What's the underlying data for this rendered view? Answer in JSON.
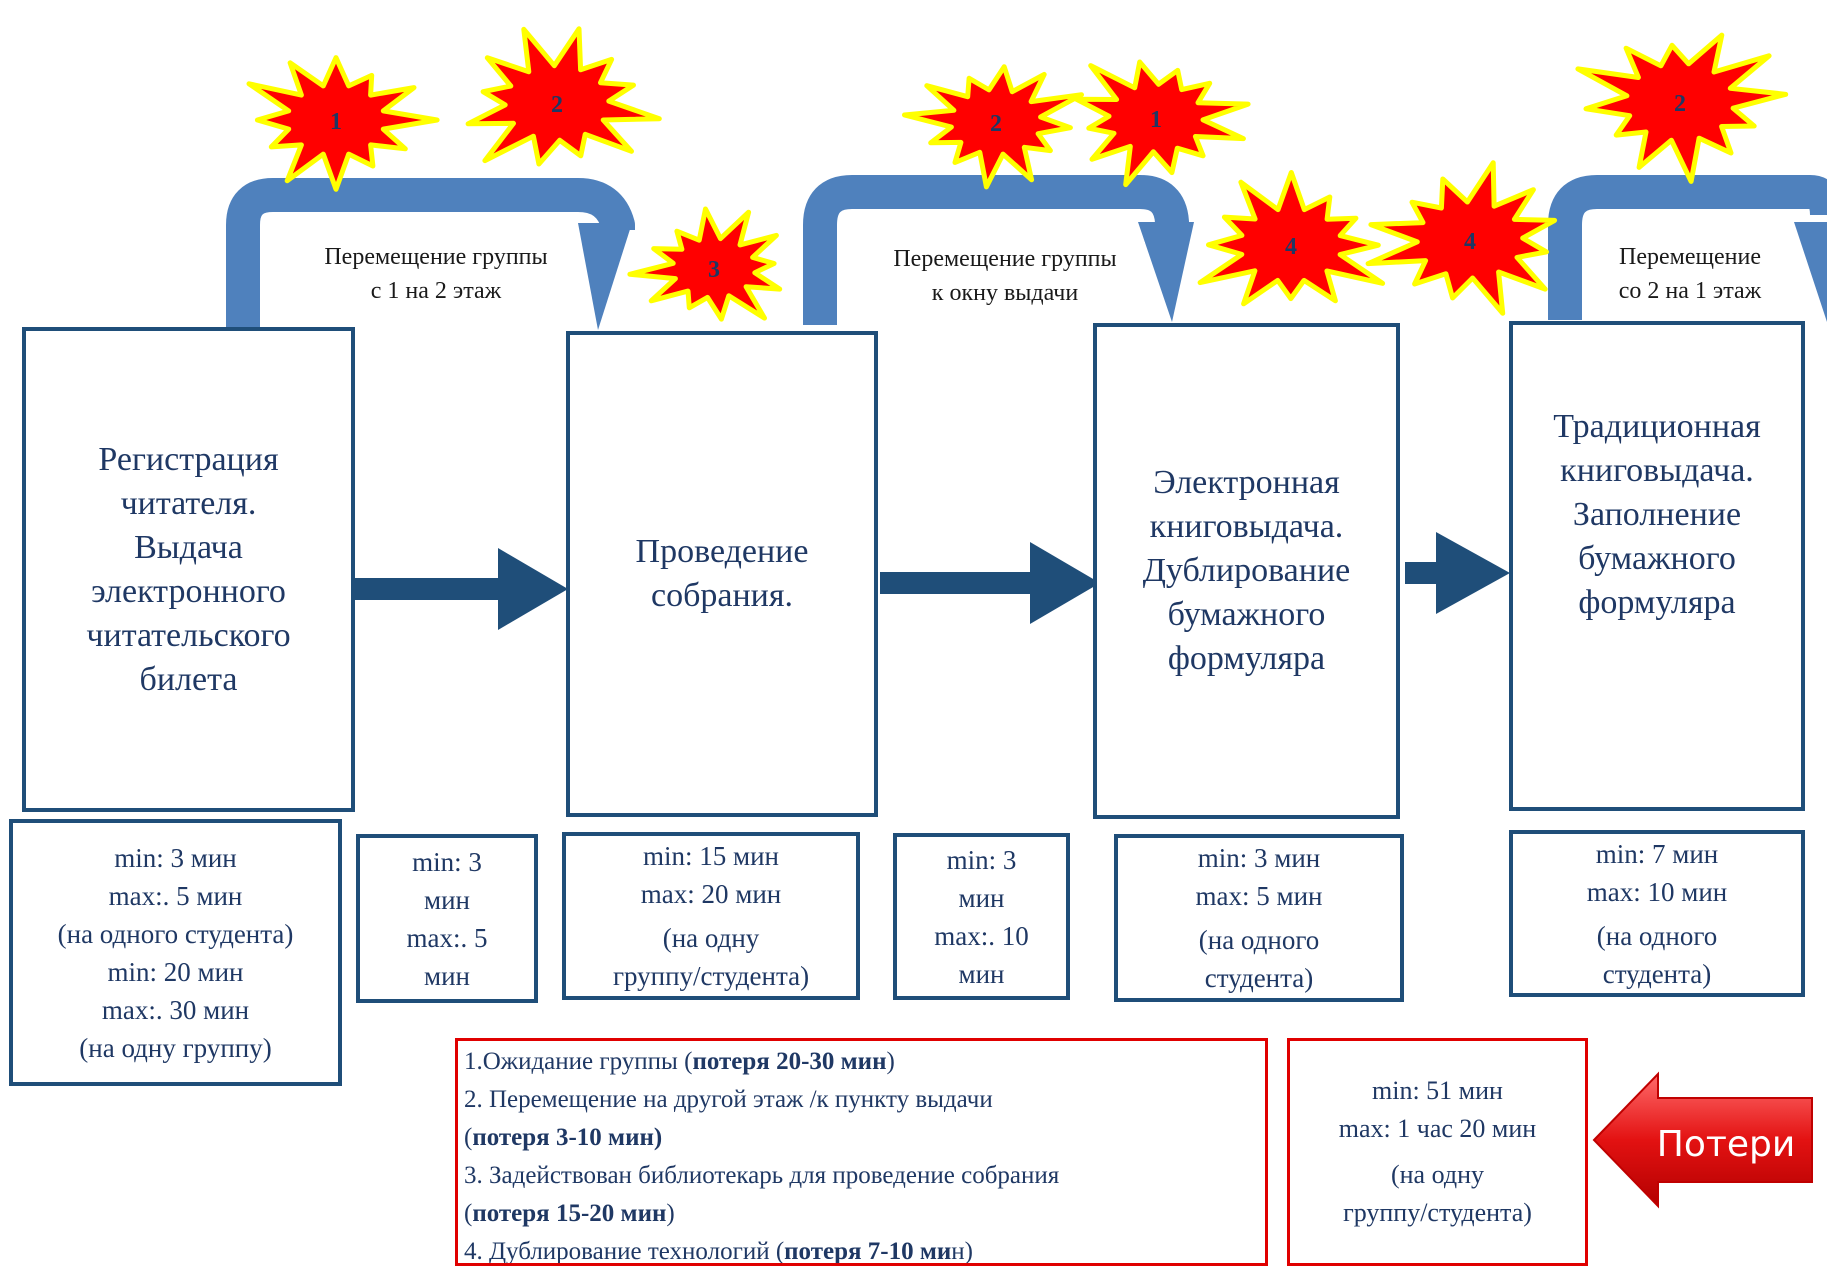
{
  "colors": {
    "box_border": "#1f4e79",
    "text": "#1f3864",
    "arrow": "#1f4e79",
    "connector": "#4f81bd",
    "burst_fill": "#ff0000",
    "burst_stroke": "#ffff00",
    "loss_border": "#e00000",
    "callout_fill": "#e31212"
  },
  "steps": [
    {
      "lines": [
        "Регистрация",
        "читателя.",
        "Выдача",
        "электронного",
        "читательского",
        "билета"
      ]
    },
    {
      "lines": [
        "Проведение",
        "собрания."
      ]
    },
    {
      "lines": [
        "Электронная",
        "книговыдача.",
        "Дублирование",
        "бумажного",
        "формуляра"
      ]
    },
    {
      "lines": [
        "Традиционная",
        "книговыдача.",
        "Заполнение",
        "бумажного",
        "формуляра"
      ]
    }
  ],
  "moves": [
    {
      "lines": [
        "Перемещение группы",
        "с 1 на 2 этаж"
      ]
    },
    {
      "lines": [
        "Перемещение группы",
        "к окну выдачи"
      ]
    },
    {
      "lines": [
        "Перемещение",
        "со 2 на 1 этаж"
      ]
    }
  ],
  "times": {
    "step1": [
      "min: 3 мин",
      "max:. 5 мин",
      "(на одного студента)",
      "min: 20 мин",
      "max:. 30 мин",
      "(на одну группу)"
    ],
    "move1": [
      "min: 3",
      "мин",
      "max:. 5",
      "мин"
    ],
    "step2": [
      "min: 15 мин",
      "max: 20 мин",
      "(на одну",
      "группу/студента)"
    ],
    "move2": [
      "min: 3",
      "мин",
      "max:. 10",
      "мин"
    ],
    "step3": [
      "min: 3 мин",
      "max: 5 мин",
      "(на одного",
      "студента)"
    ],
    "step4": [
      "min: 7 мин",
      "max: 10 мин",
      "(на одного",
      "студента)"
    ]
  },
  "bursts": {
    "b1": "1",
    "b2": "2",
    "b3": "3",
    "b4": "2",
    "b5": "1",
    "b6": "4",
    "b7": "4",
    "b8": "2"
  },
  "losses": [
    {
      "num": "1.",
      "text": "Ожидание группы (",
      "bold": "потеря 20-30 мин",
      "end": ")"
    },
    {
      "num": "2.",
      "text": " Перемещение на другой этаж /к пункту выдачи",
      "bold": "",
      "end": ""
    },
    {
      "num": "",
      "text": "(",
      "bold": "потеря 3-10 мин)",
      "end": ""
    },
    {
      "num": "3.",
      "text": " Задействован библиотекарь для проведение собрания",
      "bold": "",
      "end": ""
    },
    {
      "num": "",
      "text": "(",
      "bold": "потеря 15-20 мин",
      "end": ")"
    },
    {
      "num": "4.",
      "text": " Дублирование технологий (",
      "bold": "потеря 7-10 ми",
      "end": "н)"
    }
  ],
  "total": [
    "min: 51 мин",
    "max: 1 час 20 мин",
    "(на одну",
    "группу/студента)"
  ],
  "callout": "Потери"
}
